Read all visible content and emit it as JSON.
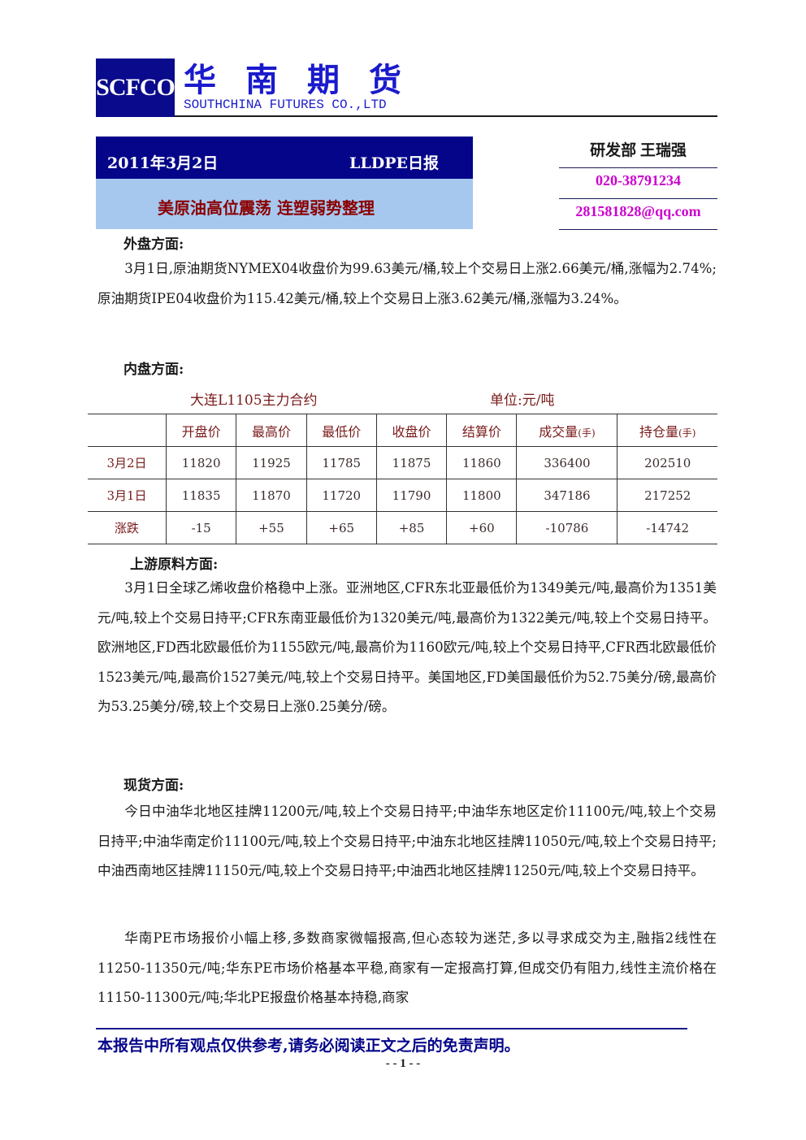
{
  "header": {
    "logo_text": "SCFCO",
    "company_cn": "华南期货",
    "company_en": "SOUTHCHINA FUTURES CO.,LTD"
  },
  "report": {
    "date": "2011年3月2日",
    "type": "LLDPE日报",
    "subtitle": "美原油高位震荡 连塑弱势整理"
  },
  "contact": {
    "name": "研发部 王瑞强",
    "phone": "020-38791234",
    "email": "281581828@qq.com"
  },
  "sections": {
    "external": {
      "title": "外盘方面:",
      "text": "3月1日,原油期货NYMEX04收盘价为99.63美元/桶,较上个交易日上涨2.66美元/桶,涨幅为2.74%;原油期货IPE04收盘价为115.42美元/桶,较上个交易日上涨3.62美元/桶,涨幅为3.24%。"
    },
    "domestic": {
      "title": "内盘方面:",
      "table_caption": "大连L1105主力合约",
      "unit": "单位:元/吨",
      "columns": [
        "开盘价",
        "最高价",
        "最低价",
        "收盘价",
        "结算价",
        "成交量",
        "持仓量"
      ],
      "column_suffix": "(手)",
      "rows": [
        {
          "label": "3月2日",
          "values": [
            "11820",
            "11925",
            "11785",
            "11875",
            "11860",
            "336400",
            "202510"
          ]
        },
        {
          "label": "3月1日",
          "values": [
            "11835",
            "11870",
            "11720",
            "11790",
            "11800",
            "347186",
            "217252"
          ]
        },
        {
          "label": "涨跌",
          "values": [
            "-15",
            "+55",
            "+65",
            "+85",
            "+60",
            "-10786",
            "-14742"
          ]
        }
      ]
    },
    "upstream": {
      "title": "上游原料方面:",
      "text": "3月1日全球乙烯收盘价格稳中上涨。亚洲地区,CFR东北亚最低价为1349美元/吨,最高价为1351美元/吨,较上个交易日持平;CFR东南亚最低价为1320美元/吨,最高价为1322美元/吨,较上个交易日持平。欧洲地区,FD西北欧最低价为1155欧元/吨,最高价为1160欧元/吨,较上个交易日持平,CFR西北欧最低价1523美元/吨,最高价1527美元/吨,较上个交易日持平。美国地区,FD美国最低价为52.75美分/磅,最高价为53.25美分/磅,较上个交易日上涨0.25美分/磅。"
    },
    "spot": {
      "title": "现货方面:",
      "text1": "今日中油华北地区挂牌11200元/吨,较上个交易日持平;中油华东地区定价11100元/吨,较上个交易日持平;中油华南定价11100元/吨,较上个交易日持平;中油东北地区挂牌11050元/吨,较上个交易日持平;中油西南地区挂牌11150元/吨,较上个交易日持平;中油西北地区挂牌11250元/吨,较上个交易日持平。",
      "text2": "华南PE市场报价小幅上移,多数商家微幅报高,但心态较为迷茫,多以寻求成交为主,融指2线性在11250-11350元/吨;华东PE市场价格基本平稳,商家有一定报高打算,但成交仍有阻力,线性主流价格在11150-11300元/吨;华北PE报盘价格基本持稳,商家"
    }
  },
  "footer": {
    "disclaimer": "本报告中所有观点仅供参考,请务必阅读正文之后的免责声明。",
    "page": "- - 1 - -"
  }
}
